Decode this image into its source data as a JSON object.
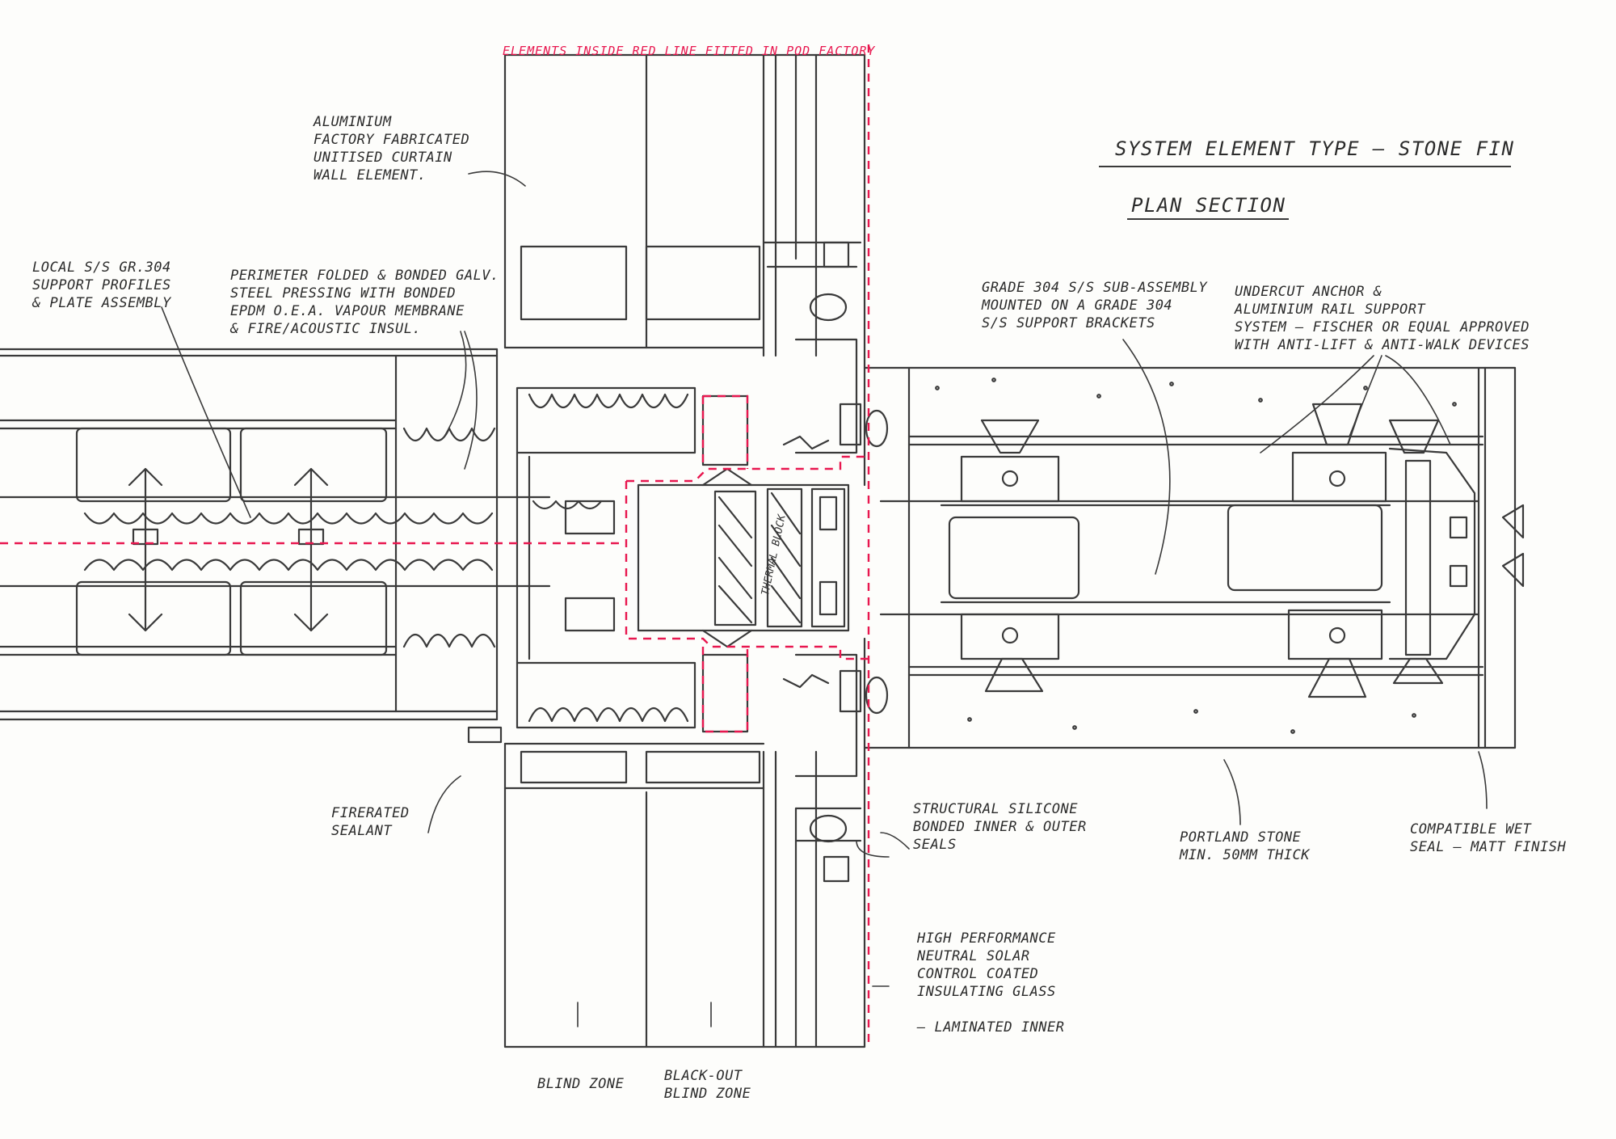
{
  "title": "System Element Type – Stone Fin",
  "subtitle": "Plan Section",
  "red_note": "Elements inside red line fitted in Pod Factory",
  "colors": {
    "ink": "#3a3a3a",
    "red": "#e8174f",
    "paper": "#fdfdfb"
  },
  "labels": {
    "aluminium": "Aluminium\nfactory fabricated\nunitised curtain\nwall element.",
    "local_ss": "Local S/S Gr.304\nsupport profiles\n& plate assembly",
    "perimeter": "Perimeter folded & bonded galv.\nsteel pressing with bonded\nEPDM O.E.A. vapour membrane\n& fire/acoustic insul.",
    "grade304": "Grade 304 S/S sub-assembly\nmounted on a grade 304\nS/S support brackets",
    "undercut": "Undercut anchor &\naluminium rail support\nsystem – Fischer or equal approved\nwith anti-lift & anti-walk devices",
    "firerated": "Firerated\nsealant",
    "structural": "Structural silicone\nbonded inner & outer\nseals",
    "portland": "Portland stone\nmin. 50mm thick",
    "compatible": "Compatible wet\nseal – matt finish",
    "glass": "High performance\nneutral solar\ncontrol coated\ninsulating glass\n\n– laminated inner",
    "blind": "Blind zone",
    "blackout": "Black-out\nblind zone",
    "thermal": "Thermal block"
  }
}
